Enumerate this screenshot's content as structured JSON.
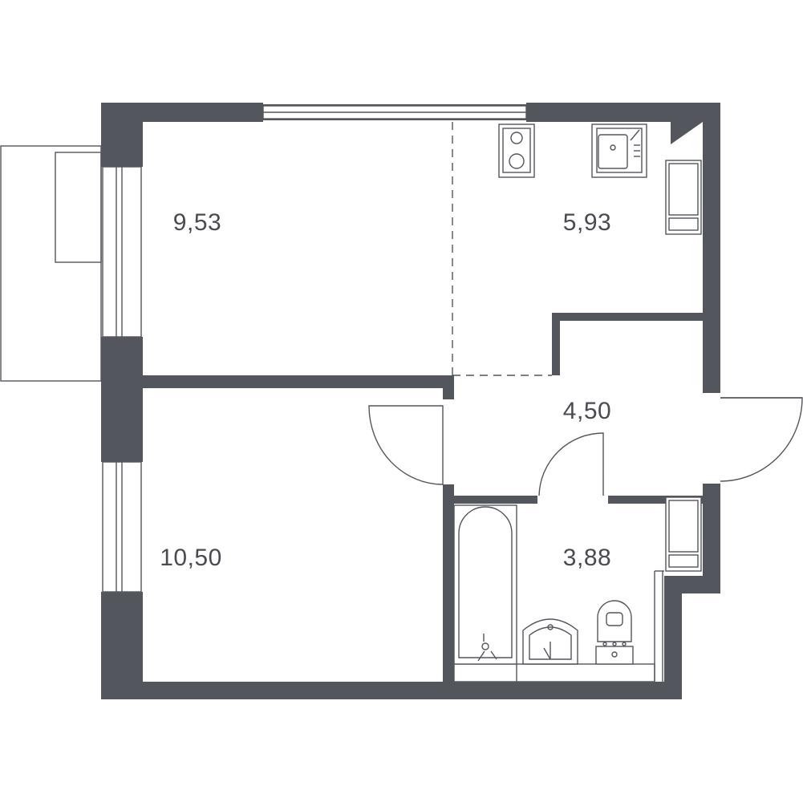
{
  "plan": {
    "colors": {
      "wall": "#54565d",
      "line": "#54565d",
      "background": "#ffffff",
      "label": "#4a4b52"
    },
    "rooms": [
      {
        "id": "room-bedroom",
        "area": "9,53"
      },
      {
        "id": "room-kitchen",
        "area": "5,93"
      },
      {
        "id": "room-hallway",
        "area": "4,50"
      },
      {
        "id": "room-living",
        "area": "10,50"
      },
      {
        "id": "room-bathroom",
        "area": "3,88"
      }
    ],
    "fixtures": [
      "stove-icon",
      "kitchen-sink-icon",
      "fridge-icon",
      "washing-machine-icon",
      "bathtub-icon",
      "bathroom-sink-icon",
      "toilet-icon"
    ]
  }
}
